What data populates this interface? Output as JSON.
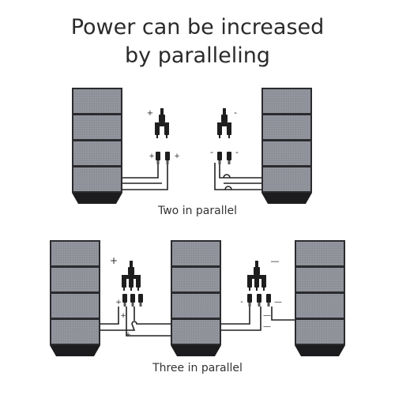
{
  "title": {
    "line1": "Power can be increased",
    "line2": "by paralleling"
  },
  "captions": {
    "two": "Two in parallel",
    "three": "Three in parallel"
  },
  "polarity": {
    "plus": "+",
    "minus": "-",
    "minus_long": "—"
  },
  "colors": {
    "panel_cell": "#8d8f98",
    "panel_frame": "#2b2b2f",
    "panel_pocket": "#1c1c1e",
    "cable": "#222222",
    "connector": "#1e1e1e",
    "text": "#2a2a2a"
  },
  "groups": [
    {
      "name": "Two in parallel",
      "panel_count": 2,
      "segments_per_panel": 4
    },
    {
      "name": "Three in parallel",
      "panel_count": 3,
      "segments_per_panel": 4
    }
  ]
}
